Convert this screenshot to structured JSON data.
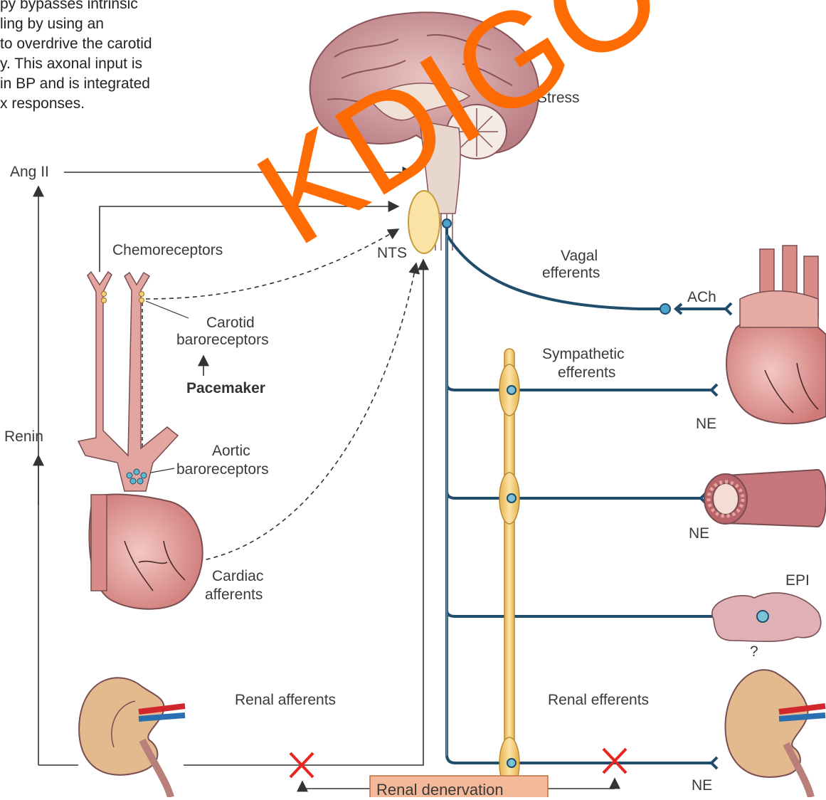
{
  "intro_lines": [
    "py bypasses intrinsic",
    "ling by using an",
    "to overdrive the carotid",
    "y. This axonal input is",
    "in BP and is integrated",
    "x responses."
  ],
  "labels": {
    "stress": "Stress",
    "ang_ii": "Ang II",
    "chemoreceptors": "Chemoreceptors",
    "nts": "NTS",
    "vagal_1": "Vagal",
    "vagal_2": "efferents",
    "ach": "ACh",
    "carotid_1": "Carotid",
    "carotid_2": "baroreceptors",
    "pacemaker": "Pacemaker",
    "sympathetic_1": "Sympathetic",
    "sympathetic_2": "efferents",
    "ne_heart": "NE",
    "renin": "Renin",
    "aortic_1": "Aortic",
    "aortic_2": "baroreceptors",
    "ne_vessel": "NE",
    "cardiac_1": "Cardiac",
    "cardiac_2": "afferents",
    "epi": "EPI",
    "question": "?",
    "renal_afferents": "Renal afferents",
    "renal_efferents": "Renal efferents",
    "ne_kidney": "NE",
    "renal_denervation": "Renal denervation"
  },
  "watermark": "KDIGO",
  "colors": {
    "nerve": "#1f4d6b",
    "ganglion": "#f5d27a",
    "tissue": "#e3a5a0",
    "denervation_box": "#f4b999",
    "cross": "#e8261f",
    "watermark": "#ff6a00"
  }
}
